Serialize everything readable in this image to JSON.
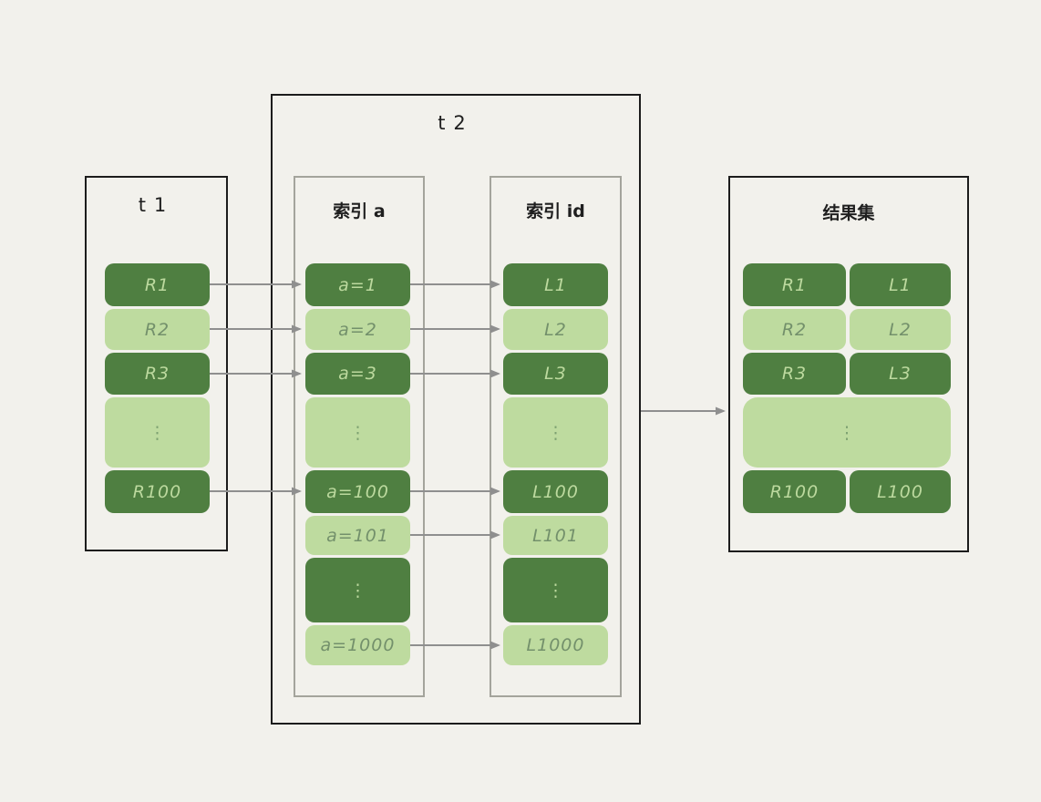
{
  "colors": {
    "background": "#f2f1ec",
    "dark_green": "#4f7f41",
    "light_green": "#bedb9f",
    "text_on_dark": "#bcd99e",
    "text_on_light": "#73906b",
    "frame_border": "#1c1c1c",
    "subframe_border": "#a4a49c",
    "arrow": "#8f8f8f"
  },
  "t1": {
    "title": "t1",
    "cells": [
      "R1",
      "R2",
      "R3",
      "⋮",
      "R100"
    ]
  },
  "t2": {
    "title": "t2",
    "index_a": {
      "title": "索引 a",
      "cells": [
        "a=1",
        "a=2",
        "a=3",
        "⋮",
        "a=100",
        "a=101",
        "⋮",
        "a=1000"
      ]
    },
    "index_id": {
      "title": "索引 id",
      "cells": [
        "L1",
        "L2",
        "L3",
        "⋮",
        "L100",
        "L101",
        "⋮",
        "L1000"
      ]
    }
  },
  "result": {
    "title": "结果集",
    "rows": [
      [
        "R1",
        "L1"
      ],
      [
        "R2",
        "L2"
      ],
      [
        "R3",
        "L3"
      ],
      [
        "R100",
        "L100"
      ]
    ],
    "dots": "⋮"
  }
}
